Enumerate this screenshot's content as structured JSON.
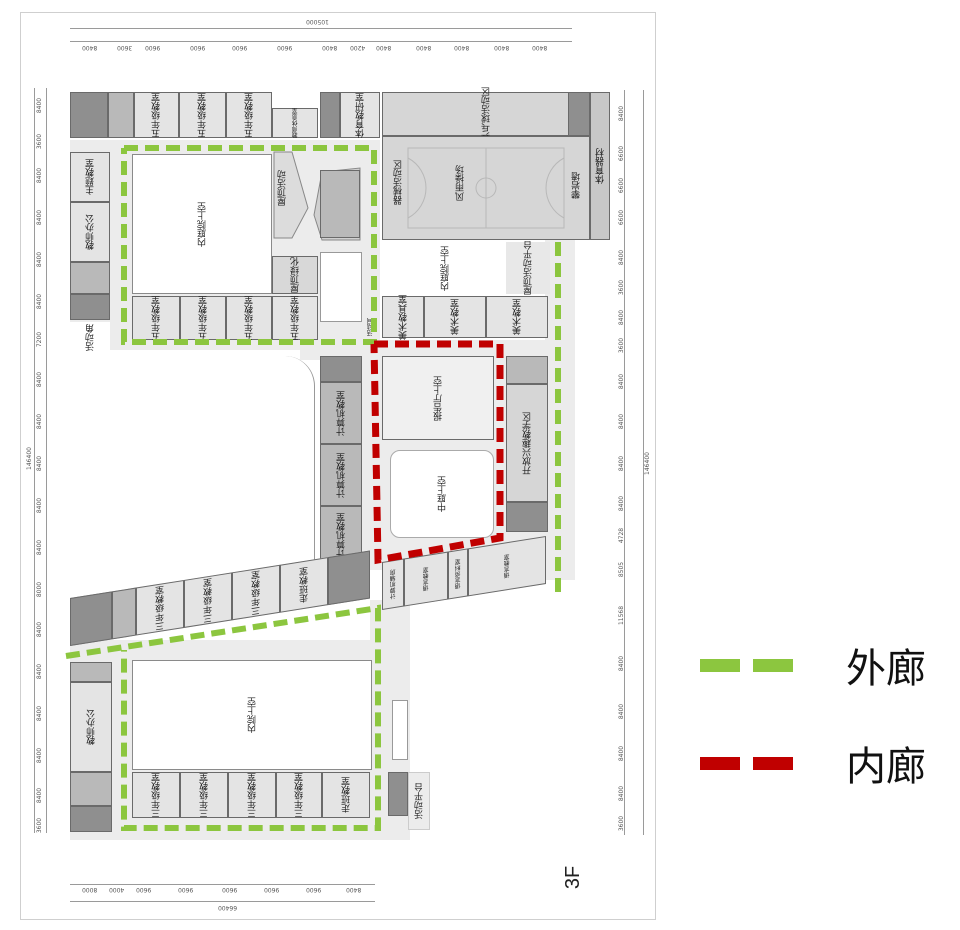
{
  "drawing": {
    "floor_label": "3F",
    "top_dimensions": {
      "total": "105000",
      "segments": [
        "8400",
        "3600",
        "9600",
        "9600",
        "9600",
        "9600",
        "8400",
        "4200",
        "8400",
        "8400",
        "8400",
        "8400",
        "8400"
      ]
    },
    "bottom_dimensions": {
      "total": "66400",
      "segments": [
        "8000",
        "4000",
        "9600",
        "9600",
        "9600",
        "9600",
        "9600",
        "8400"
      ]
    },
    "left_dimensions": {
      "total": "146400",
      "segments": [
        "8400",
        "3600",
        "8400",
        "8400",
        "8400",
        "8400",
        "7200",
        "8400",
        "8400",
        "8400",
        "8400",
        "8400",
        "8000",
        "8400",
        "8400",
        "8400",
        "8400",
        "8400",
        "3600"
      ]
    },
    "right_dimensions": {
      "total": "146400",
      "segments": [
        "8400",
        "6600",
        "6600",
        "6600",
        "8400",
        "3600",
        "8400",
        "3600",
        "8400",
        "8400",
        "8400",
        "8400",
        "4728",
        "8505",
        "11568",
        "8400",
        "8400",
        "8400",
        "8400",
        "3600"
      ]
    }
  },
  "rooms": {
    "top_left_wing": [
      "五年级教室",
      "五年级教室",
      "五年级教室"
    ],
    "staff_room_small": "教师休息室",
    "pe_office": "体育教研室",
    "left_column": [
      "主题教室",
      "教师办公"
    ],
    "courtyard_top_left": "内庭院上空",
    "roof_activity": "屋顶活动",
    "roof_green": "屋顶绿化",
    "bottom_row_top_block": [
      "五年级教室",
      "五年级教室",
      "五年级教室",
      "五年级教室"
    ],
    "activity_corner": "活动角",
    "activity_room": "活动间",
    "pingpong": "乒乓球活动区",
    "apparatus": "器械活动区",
    "wind_rain_court": "风雨操场",
    "climbing_wall": "攀岩墙",
    "sports_equipment": "体育器材",
    "courtyard_top_right": "内庭院上空",
    "roof_platform": "屋顶活动平台",
    "art_rooms": [
      "美术教具室",
      "美术教室",
      "美术教室"
    ],
    "computer_rooms": [
      "计算机教室",
      "计算机教室",
      "计算机教室"
    ],
    "auditorium_void": "报告厅上空",
    "atrium_void": "中庭上空",
    "open_learning": "开放兴趣教学区",
    "lower_right_rooms": [
      "计算机辅房",
      "语言教室",
      "语言资料室",
      "语言教室"
    ],
    "mid_wing": [
      "三年级教室",
      "三年级教室",
      "三年级教室",
      "走班教室"
    ],
    "bottom_left_column": [
      "教师办公"
    ],
    "courtyard_bottom": "内院上空",
    "bottom_row": [
      "三年级教室",
      "三年级教室",
      "三年级教室",
      "三年级教室",
      "走班教室"
    ],
    "bottom_platform": "活动平台"
  },
  "legend": {
    "items": [
      {
        "label": "外廊",
        "color": "#8cc63f"
      },
      {
        "label": "内廊",
        "color": "#c00000"
      }
    ]
  },
  "colors": {
    "outer_corridor": "#8cc63f",
    "inner_corridor": "#c00000",
    "room_fill": "#e4e4e4",
    "service_fill": "#a9a9a9",
    "wall": "#555555"
  }
}
